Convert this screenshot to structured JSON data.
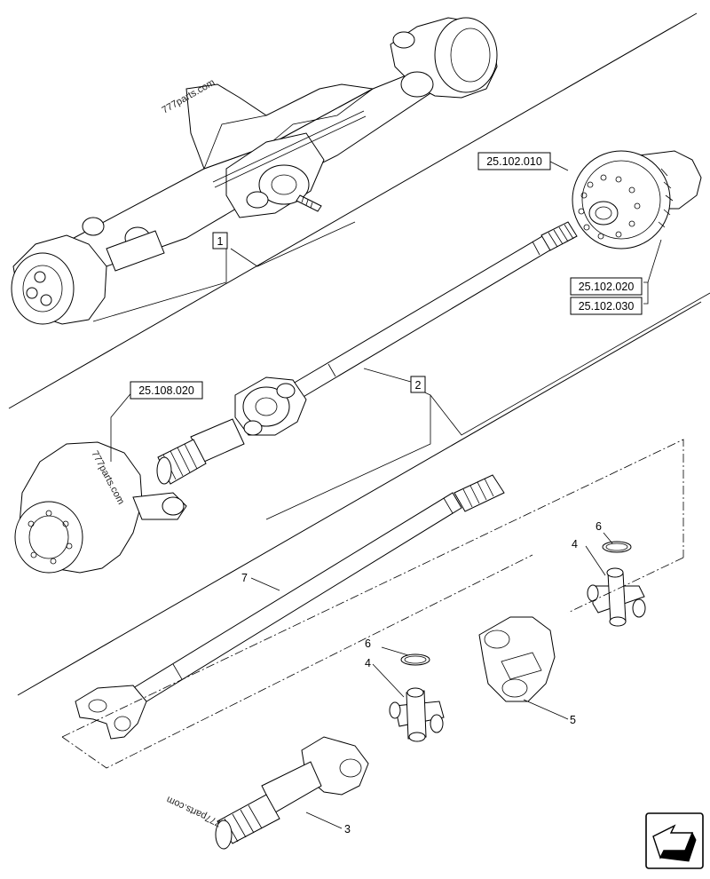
{
  "references": {
    "r1": "25.102.010",
    "r2": "25.102.020",
    "r3": "25.102.030",
    "r4": "25.108.020"
  },
  "callouts": {
    "c1": "1",
    "c2": "2",
    "c3": "3",
    "c4a": "4",
    "c4b": "4",
    "c5": "5",
    "c6a": "6",
    "c6b": "6",
    "c7": "7"
  },
  "watermarks": {
    "w1": "777parts.com",
    "w2": "777parts.com",
    "w3": "777parts.com"
  },
  "nav_icon": "next-page-arrow-icon"
}
